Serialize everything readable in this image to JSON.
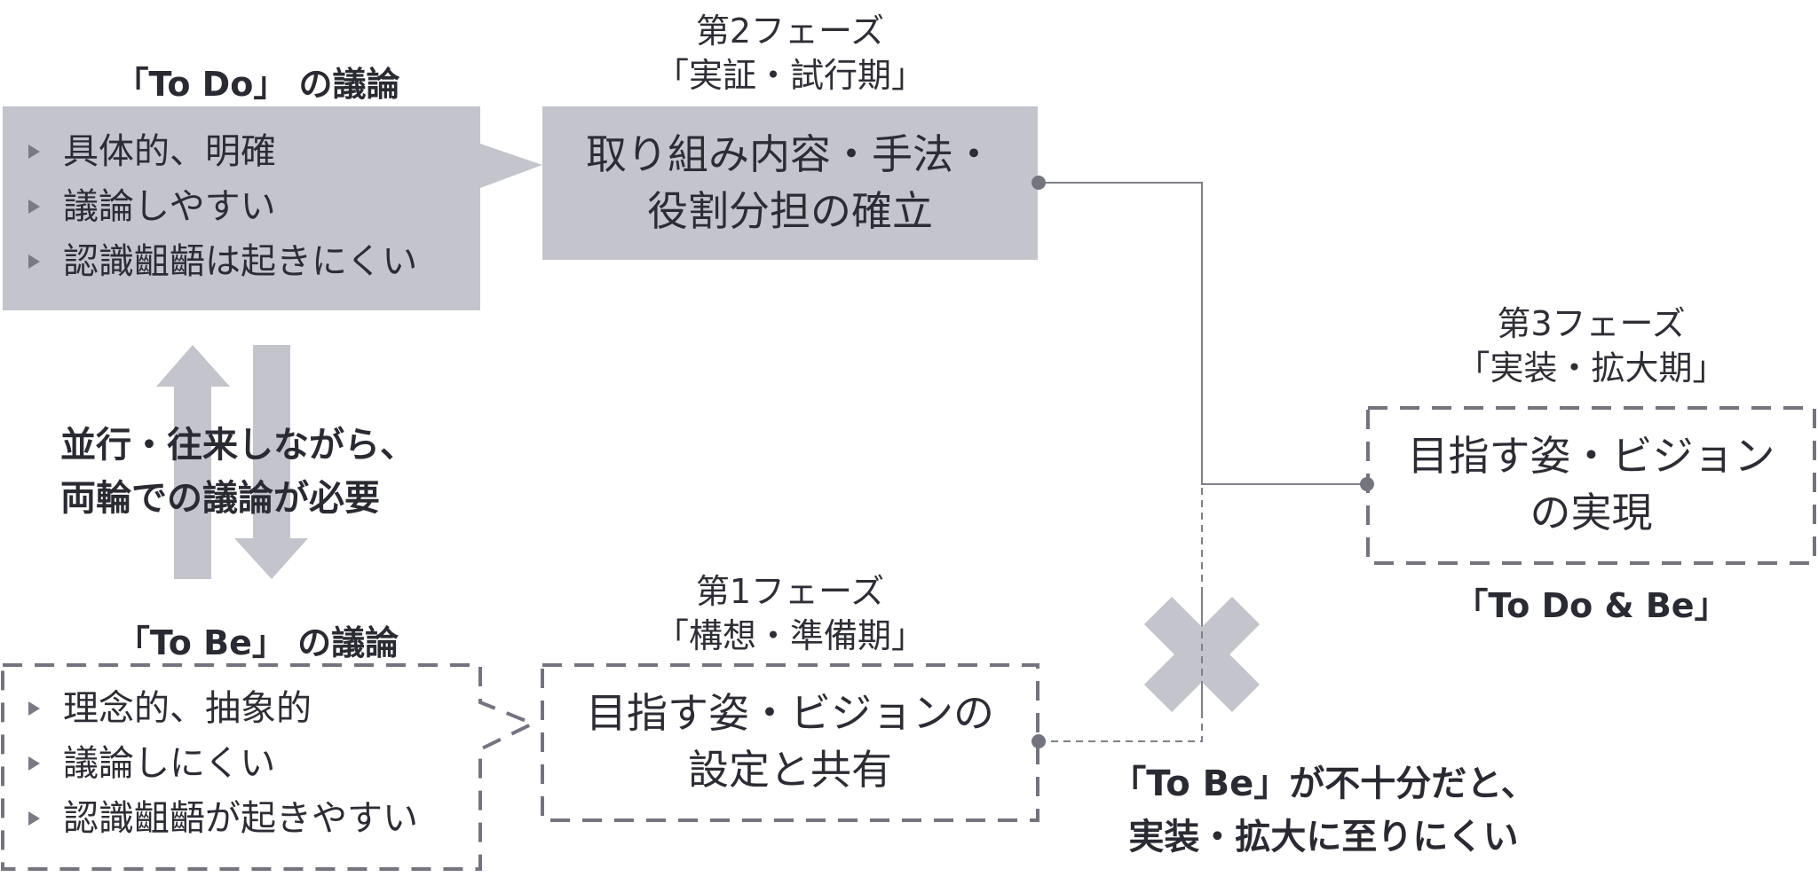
{
  "todo": {
    "heading": "「To Do」 の議論",
    "items": [
      "具体的、明確",
      "議論しやすい",
      "認識齟齬は起きにくい"
    ]
  },
  "tobe": {
    "heading": "「To Be」 の議論",
    "items": [
      "理念的、抽象的",
      "議論しにくい",
      "認識齟齬が起きやすい"
    ]
  },
  "middle_note": {
    "line1": "並行・往来しながら、",
    "line2": "両輪での議論が必要"
  },
  "phases": {
    "phase1": {
      "label": "第1フェーズ",
      "period": "「構想・準備期」",
      "line1": "目指す姿・ビジョンの",
      "line2": "設定と共有"
    },
    "phase2": {
      "label": "第2フェーズ",
      "period": "「実証・試行期」",
      "line1": "取り組み内容・手法・",
      "line2": "役割分担の確立"
    },
    "phase3": {
      "label": "第3フェーズ",
      "period": "「実装・拡大期」",
      "line1": "目指す姿・ビジョン",
      "line2": "の実現",
      "caption": "「To Do & Be」"
    }
  },
  "warning_note": {
    "line1": "「To Be」が不十分だと、",
    "line2": "実装・拡大に至りにくい"
  },
  "colors": {
    "fill_gray": "#c3c4cc",
    "dash_gray": "#74747e",
    "line_gray": "#808088",
    "text_dark": "#2c2c34"
  }
}
